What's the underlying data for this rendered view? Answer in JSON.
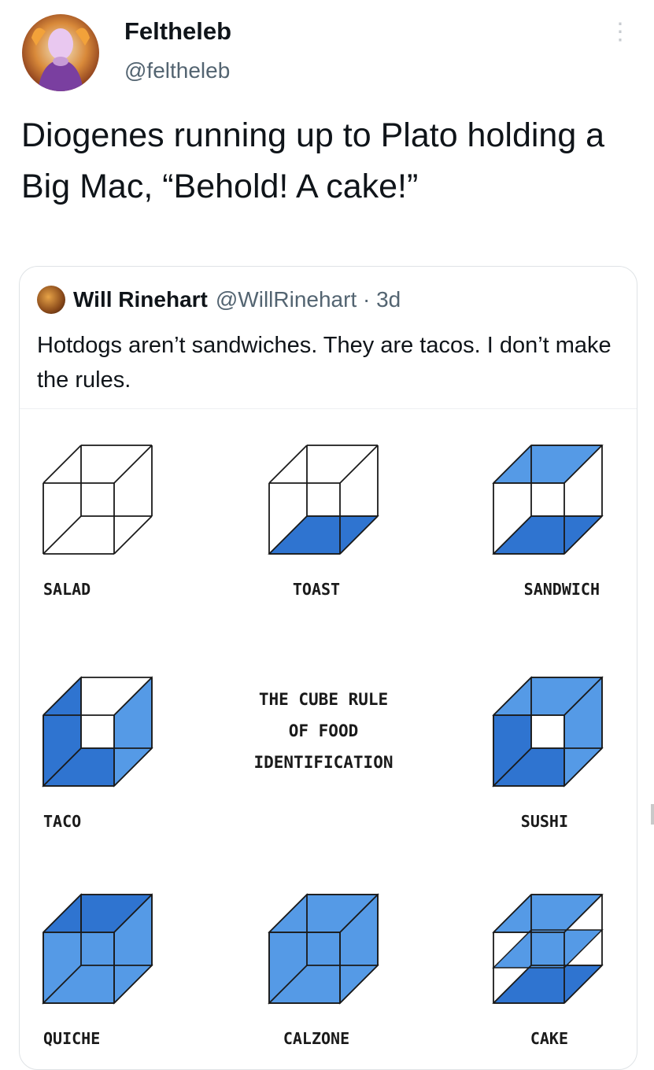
{
  "tweet": {
    "author_name": "Feltheleb",
    "author_handle": "@feltheleb",
    "more_icon": "more-vertical-icon",
    "text": "Diogenes running up to Plato holding a Big Mac, “Behold! A cake!”"
  },
  "quote": {
    "author_name": "Will Rinehart",
    "author_meta": "@WillRinehart · 3d",
    "text": "Hotdogs aren’t sandwiches. They are tacos. I don’t make the rules.",
    "image": {
      "title_lines": [
        "THE CUBE RULE",
        "OF FOOD",
        "IDENTIFICATION"
      ],
      "colors": {
        "face": "#559ae6",
        "dark": "#2f74d0",
        "line": "#1a1a1a"
      },
      "cubes": [
        {
          "label": "SALAD",
          "filled_faces": []
        },
        {
          "label": "TOAST",
          "filled_faces": [
            "bottom"
          ]
        },
        {
          "label": "SANDWICH",
          "filled_faces": [
            "top",
            "bottom"
          ]
        },
        {
          "label": "TACO",
          "filled_faces": [
            "bottom",
            "left",
            "right"
          ]
        },
        {
          "label": "SUSHI",
          "filled_faces": [
            "top",
            "bottom",
            "left",
            "right"
          ]
        },
        {
          "label": "QUICHE",
          "filled_faces": [
            "bottom",
            "left",
            "right",
            "front",
            "back"
          ]
        },
        {
          "label": "CALZONE",
          "filled_faces": [
            "top",
            "bottom",
            "left",
            "right",
            "front",
            "back"
          ]
        },
        {
          "label": "CAKE",
          "filled_faces": [
            "top",
            "middle",
            "bottom"
          ]
        }
      ]
    }
  }
}
